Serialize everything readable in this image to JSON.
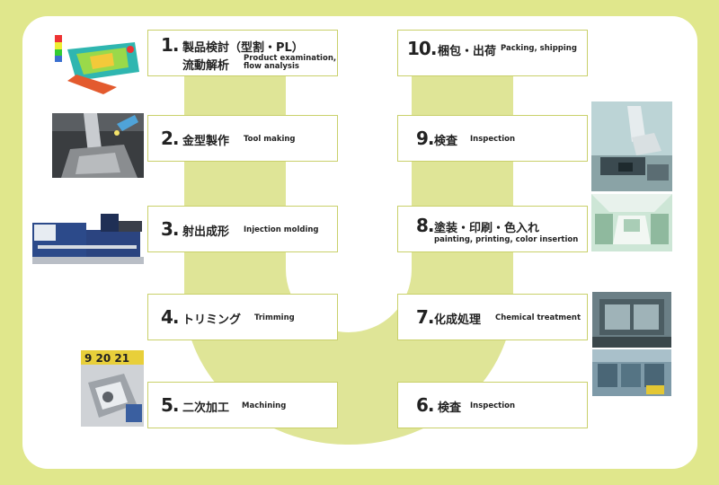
{
  "steps": [
    {
      "num": "1.",
      "jp_line1": "製品検討（型割・PL）",
      "jp_line2": "流動解析",
      "en_line1": "Product examination,",
      "en_line2": "flow analysis"
    },
    {
      "num": "2.",
      "jp": "金型製作",
      "en": "Tool making"
    },
    {
      "num": "3.",
      "jp": "射出成形",
      "en": "Injection molding"
    },
    {
      "num": "4.",
      "jp": "トリミング",
      "en": "Trimming"
    },
    {
      "num": "5.",
      "jp": "二次加工",
      "en": "Machining"
    },
    {
      "num": "6.",
      "jp": "検査",
      "en": "Inspection"
    },
    {
      "num": "7.",
      "jp": "化成処理",
      "en": "Chemical treatment"
    },
    {
      "num": "8.",
      "jp": "塗装・印刷・色入れ",
      "en": "painting, printing, color insertion"
    },
    {
      "num": "9.",
      "jp": "検査",
      "en": "Inspection"
    },
    {
      "num": "10.",
      "jp": "梱包・出荷",
      "en": "Packing, shipping"
    }
  ],
  "photo_labels": {
    "machining_tag": "9 20 21"
  },
  "colors": {
    "background": "#e0e78c",
    "u_shape": "#dfe597",
    "box_border": "#c9d06a"
  }
}
